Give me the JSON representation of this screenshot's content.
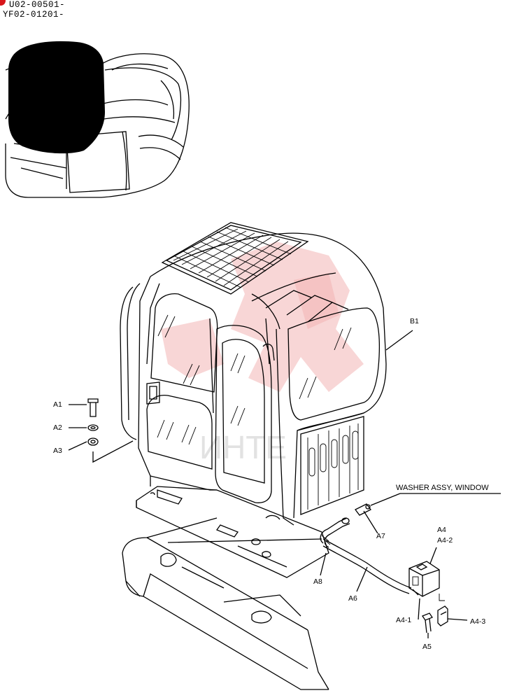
{
  "header": {
    "serial_1": "U02-00501-",
    "serial_2": "YF02-01201-"
  },
  "diagram": {
    "callouts": {
      "b1": "B1",
      "a1": "A1",
      "a2": "A2",
      "a3": "A3",
      "a4": "A4",
      "a4_1": "A4-1",
      "a4_2": "A4-2",
      "a4_3": "A4-3",
      "a5": "A5",
      "a6": "A6",
      "a7": "A7",
      "a8": "A8"
    },
    "washer_note": "WASHER ASSY, WINDOW",
    "colors": {
      "line": "#000000",
      "watermark": "#f3b4b4",
      "marker": "#d8161b"
    }
  }
}
